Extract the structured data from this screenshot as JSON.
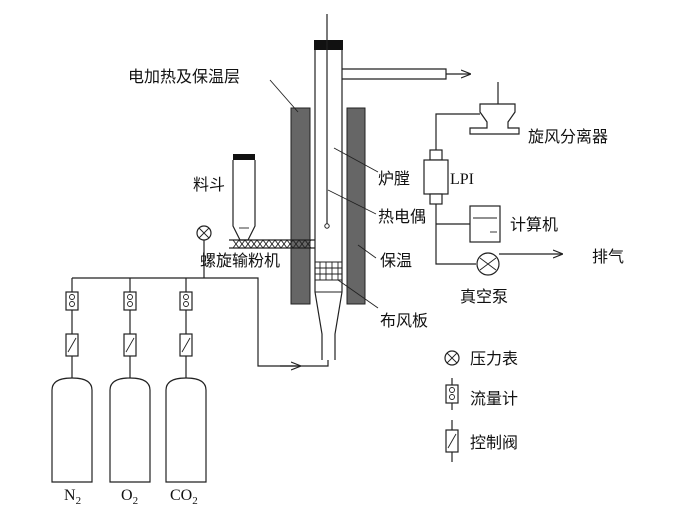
{
  "labels": {
    "heating_layer": "电加热及保温层",
    "hopper": "料斗",
    "furnace": "炉膛",
    "thermocouple": "热电偶",
    "insulation": "保温",
    "screw_feeder": "螺旋输粉机",
    "distributor_plate": "布风板",
    "cyclone": "旋风分离器",
    "lpi": "LPI",
    "computer": "计算机",
    "exhaust": "排气",
    "vacuum_pump": "真空泵"
  },
  "legend": {
    "pressure_gauge": "压力表",
    "flowmeter": "流量计",
    "control_valve": "控制阀"
  },
  "cylinders": [
    {
      "base": "N",
      "sub": "2",
      "suffix": ""
    },
    {
      "base": "O",
      "sub": "2",
      "suffix": ""
    },
    {
      "base": "CO",
      "sub": "2",
      "suffix": ""
    }
  ]
}
